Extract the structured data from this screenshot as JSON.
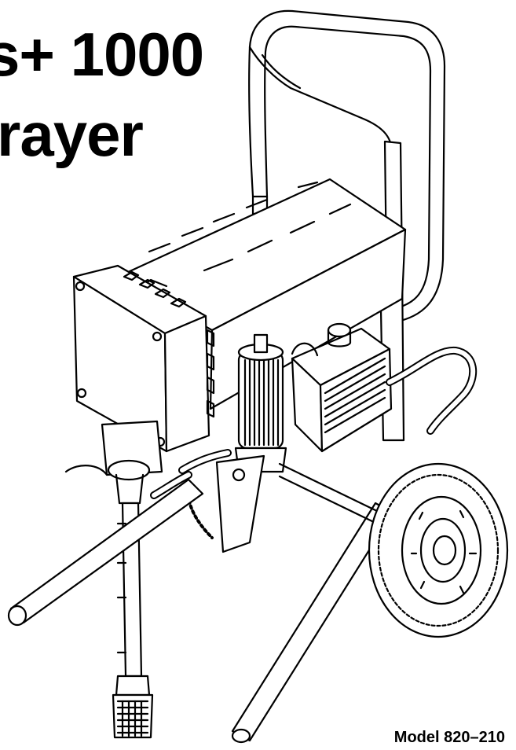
{
  "document": {
    "title_line_1": "s+ 1000",
    "title_line_2": "rayer",
    "model_label": "Model 820–210"
  },
  "illustration": {
    "subject": "airless-sprayer-cart",
    "stroke_color": "#000000",
    "fill_color": "#ffffff"
  }
}
